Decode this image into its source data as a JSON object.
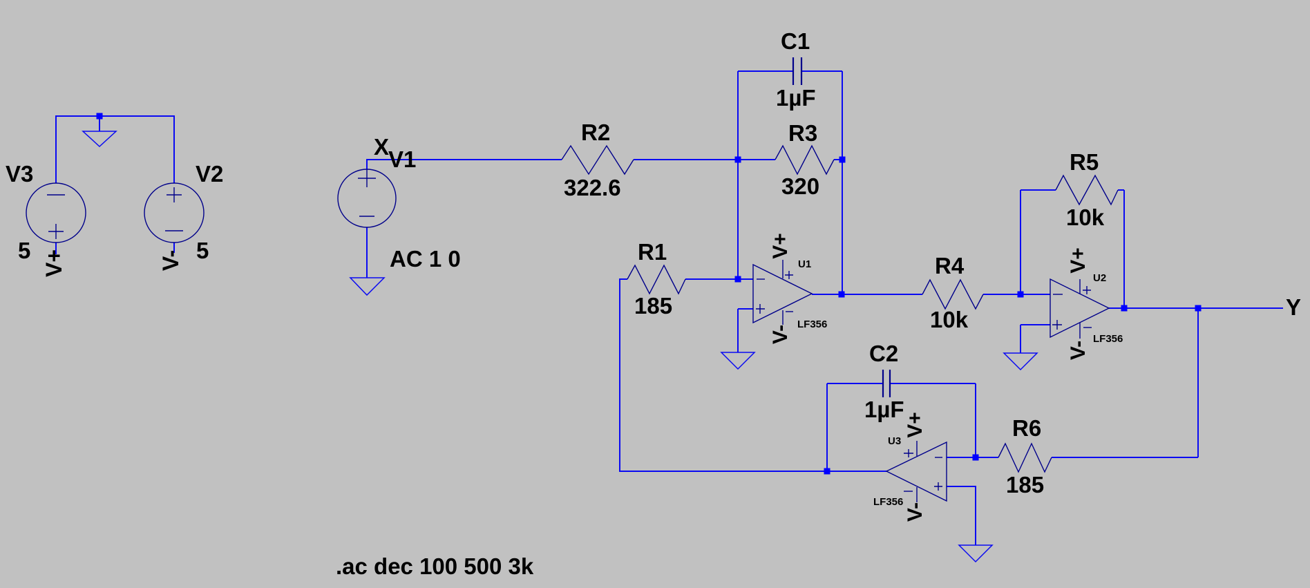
{
  "app": {
    "type": "spice-schematic-editor",
    "background_color": "#c1c1c1",
    "wire_color": "#0a0af2",
    "symbol_color": "#00008a",
    "junction_color": "#0000ff",
    "text_color": "#000000"
  },
  "directive": ".ac dec 100 500 3k",
  "nets": {
    "x": "X",
    "y": "Y"
  },
  "components": {
    "v3": {
      "name": "V3",
      "value": "5",
      "rail": "V+"
    },
    "v2": {
      "name": "V2",
      "value": "5",
      "rail": "V-"
    },
    "v1": {
      "name": "V1",
      "value": "AC 1 0"
    },
    "r1": {
      "name": "R1",
      "value": "185"
    },
    "r2": {
      "name": "R2",
      "value": "322.6"
    },
    "r3": {
      "name": "R3",
      "value": "320"
    },
    "r4": {
      "name": "R4",
      "value": "10k"
    },
    "r5": {
      "name": "R5",
      "value": "10k"
    },
    "r6": {
      "name": "R6",
      "value": "185"
    },
    "c1": {
      "name": "C1",
      "value": "1µF"
    },
    "c2": {
      "name": "C2",
      "value": "1µF"
    },
    "u1": {
      "name": "U1",
      "part": "LF356",
      "rail_top": "V+",
      "rail_bottom": "V-"
    },
    "u2": {
      "name": "U2",
      "part": "LF356",
      "rail_top": "V+",
      "rail_bottom": "V-"
    },
    "u3": {
      "name": "U3",
      "part": "LF356",
      "rail_top": "V+",
      "rail_bottom": "V-"
    }
  }
}
